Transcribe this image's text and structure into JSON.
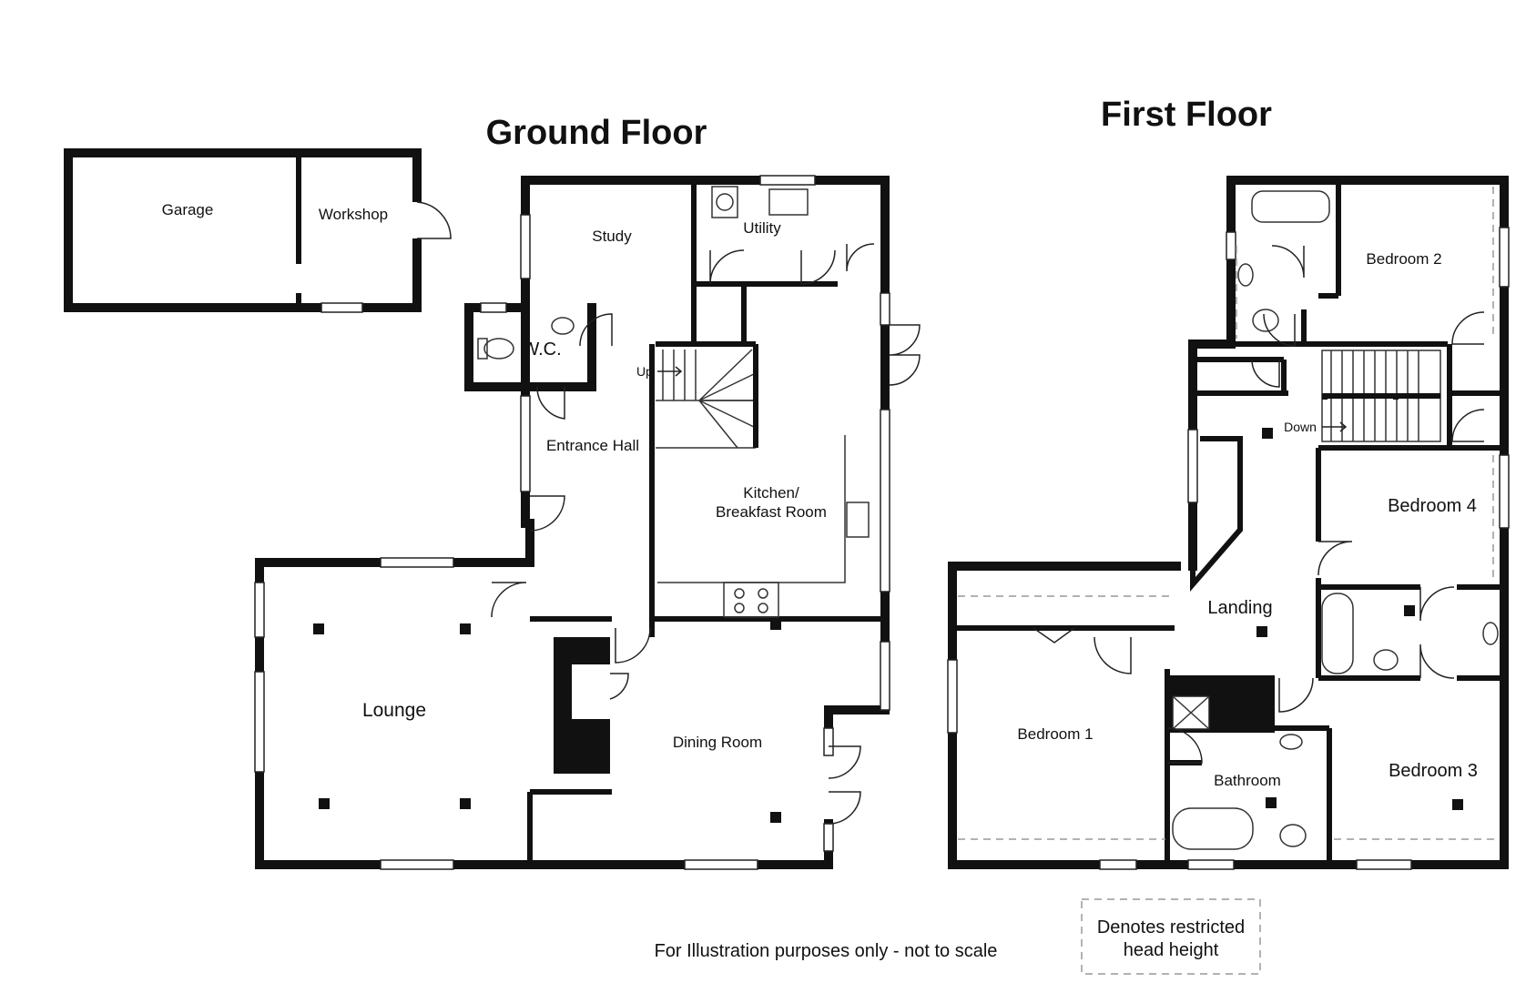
{
  "titles": {
    "ground_floor": "Ground Floor",
    "first_floor": "First Floor"
  },
  "rooms": {
    "garage": "Garage",
    "workshop": "Workshop",
    "study": "Study",
    "utility": "Utility",
    "wc": "W.C.",
    "entrance_hall": "Entrance Hall",
    "kitchen_line1": "Kitchen/",
    "kitchen_line2": "Breakfast Room",
    "lounge": "Lounge",
    "dining_room": "Dining Room",
    "bedroom1": "Bedroom 1",
    "bedroom2": "Bedroom 2",
    "bedroom3": "Bedroom 3",
    "bedroom4": "Bedroom 4",
    "landing": "Landing",
    "bathroom": "Bathroom"
  },
  "stairs": {
    "up": "Up",
    "down": "Down"
  },
  "legend": {
    "line1": "Denotes restricted",
    "line2": "head height"
  },
  "disclaimer": "For Illustration purposes only - not to scale"
}
